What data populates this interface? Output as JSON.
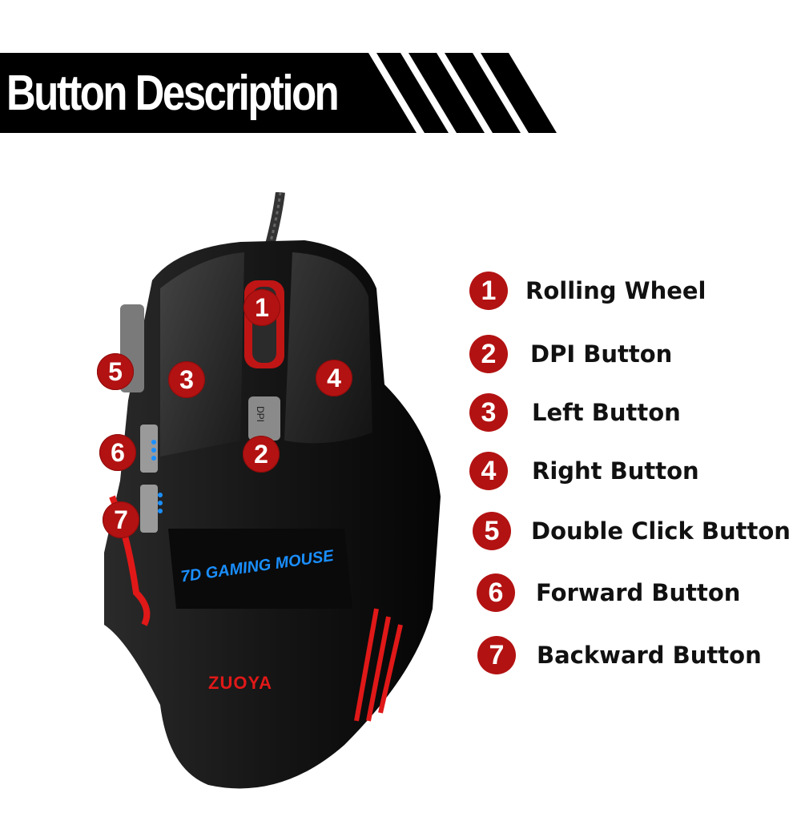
{
  "header": {
    "title": "Button Description"
  },
  "mouse": {
    "brand": "ZUOYA",
    "logo_text": "7D GAMING MOUSE",
    "dpi_label": "DPI",
    "callouts": [
      "1",
      "2",
      "3",
      "4",
      "5",
      "6",
      "7"
    ]
  },
  "legend": [
    {
      "num": "1",
      "label": "Rolling Wheel"
    },
    {
      "num": "2",
      "label": "DPI Button"
    },
    {
      "num": "3",
      "label": "Left Button"
    },
    {
      "num": "4",
      "label": "Right Button"
    },
    {
      "num": "5",
      "label": "Double Click Button"
    },
    {
      "num": "6",
      "label": "Forward Button"
    },
    {
      "num": "7",
      "label": "Backward Button"
    }
  ],
  "colors": {
    "badge": "#b31212",
    "banner": "#000000",
    "accent_blue": "#1a8fff",
    "accent_red": "#e01818"
  }
}
